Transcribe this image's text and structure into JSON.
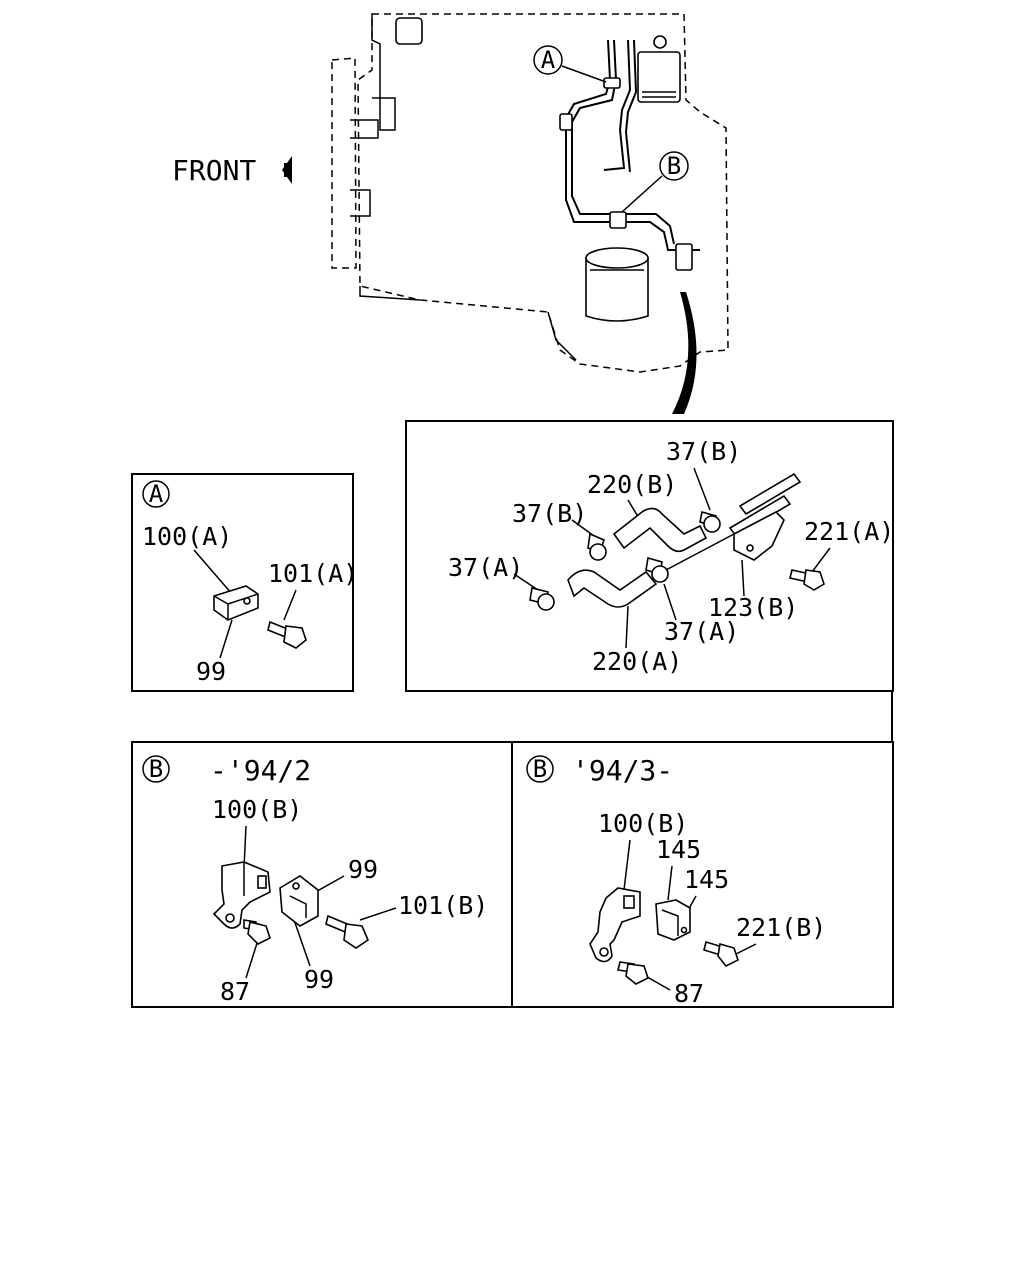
{
  "front_label": "FRONT",
  "main_callouts": {
    "a": "A",
    "b": "B"
  },
  "detail_a": {
    "badge": "A",
    "labels": {
      "clip": "100(A)",
      "bolt": "101(A)",
      "clamp": "99"
    }
  },
  "detail_top_right": {
    "labels": {
      "joint_b_top": "37(B)",
      "hose_b": "220(B)",
      "joint_b_left": "37(B)",
      "bolt_a": "221(A)",
      "joint_a_left": "37(A)",
      "bracket_b": "123(B)",
      "joint_a_mid": "37(A)",
      "hose_a": "220(A)"
    }
  },
  "detail_b_early": {
    "badge": "B",
    "range": "-'94/2",
    "labels": {
      "bracket": "100(B)",
      "clamp_top": "99",
      "bolt": "101(B)",
      "bolt_small": "87",
      "clamp_bottom": "99"
    }
  },
  "detail_b_late": {
    "badge": "B",
    "range": "'94/3-",
    "labels": {
      "bracket": "100(B)",
      "clip_1": "145",
      "clip_2": "145",
      "bolt": "221(B)",
      "bolt_small": "87"
    }
  }
}
